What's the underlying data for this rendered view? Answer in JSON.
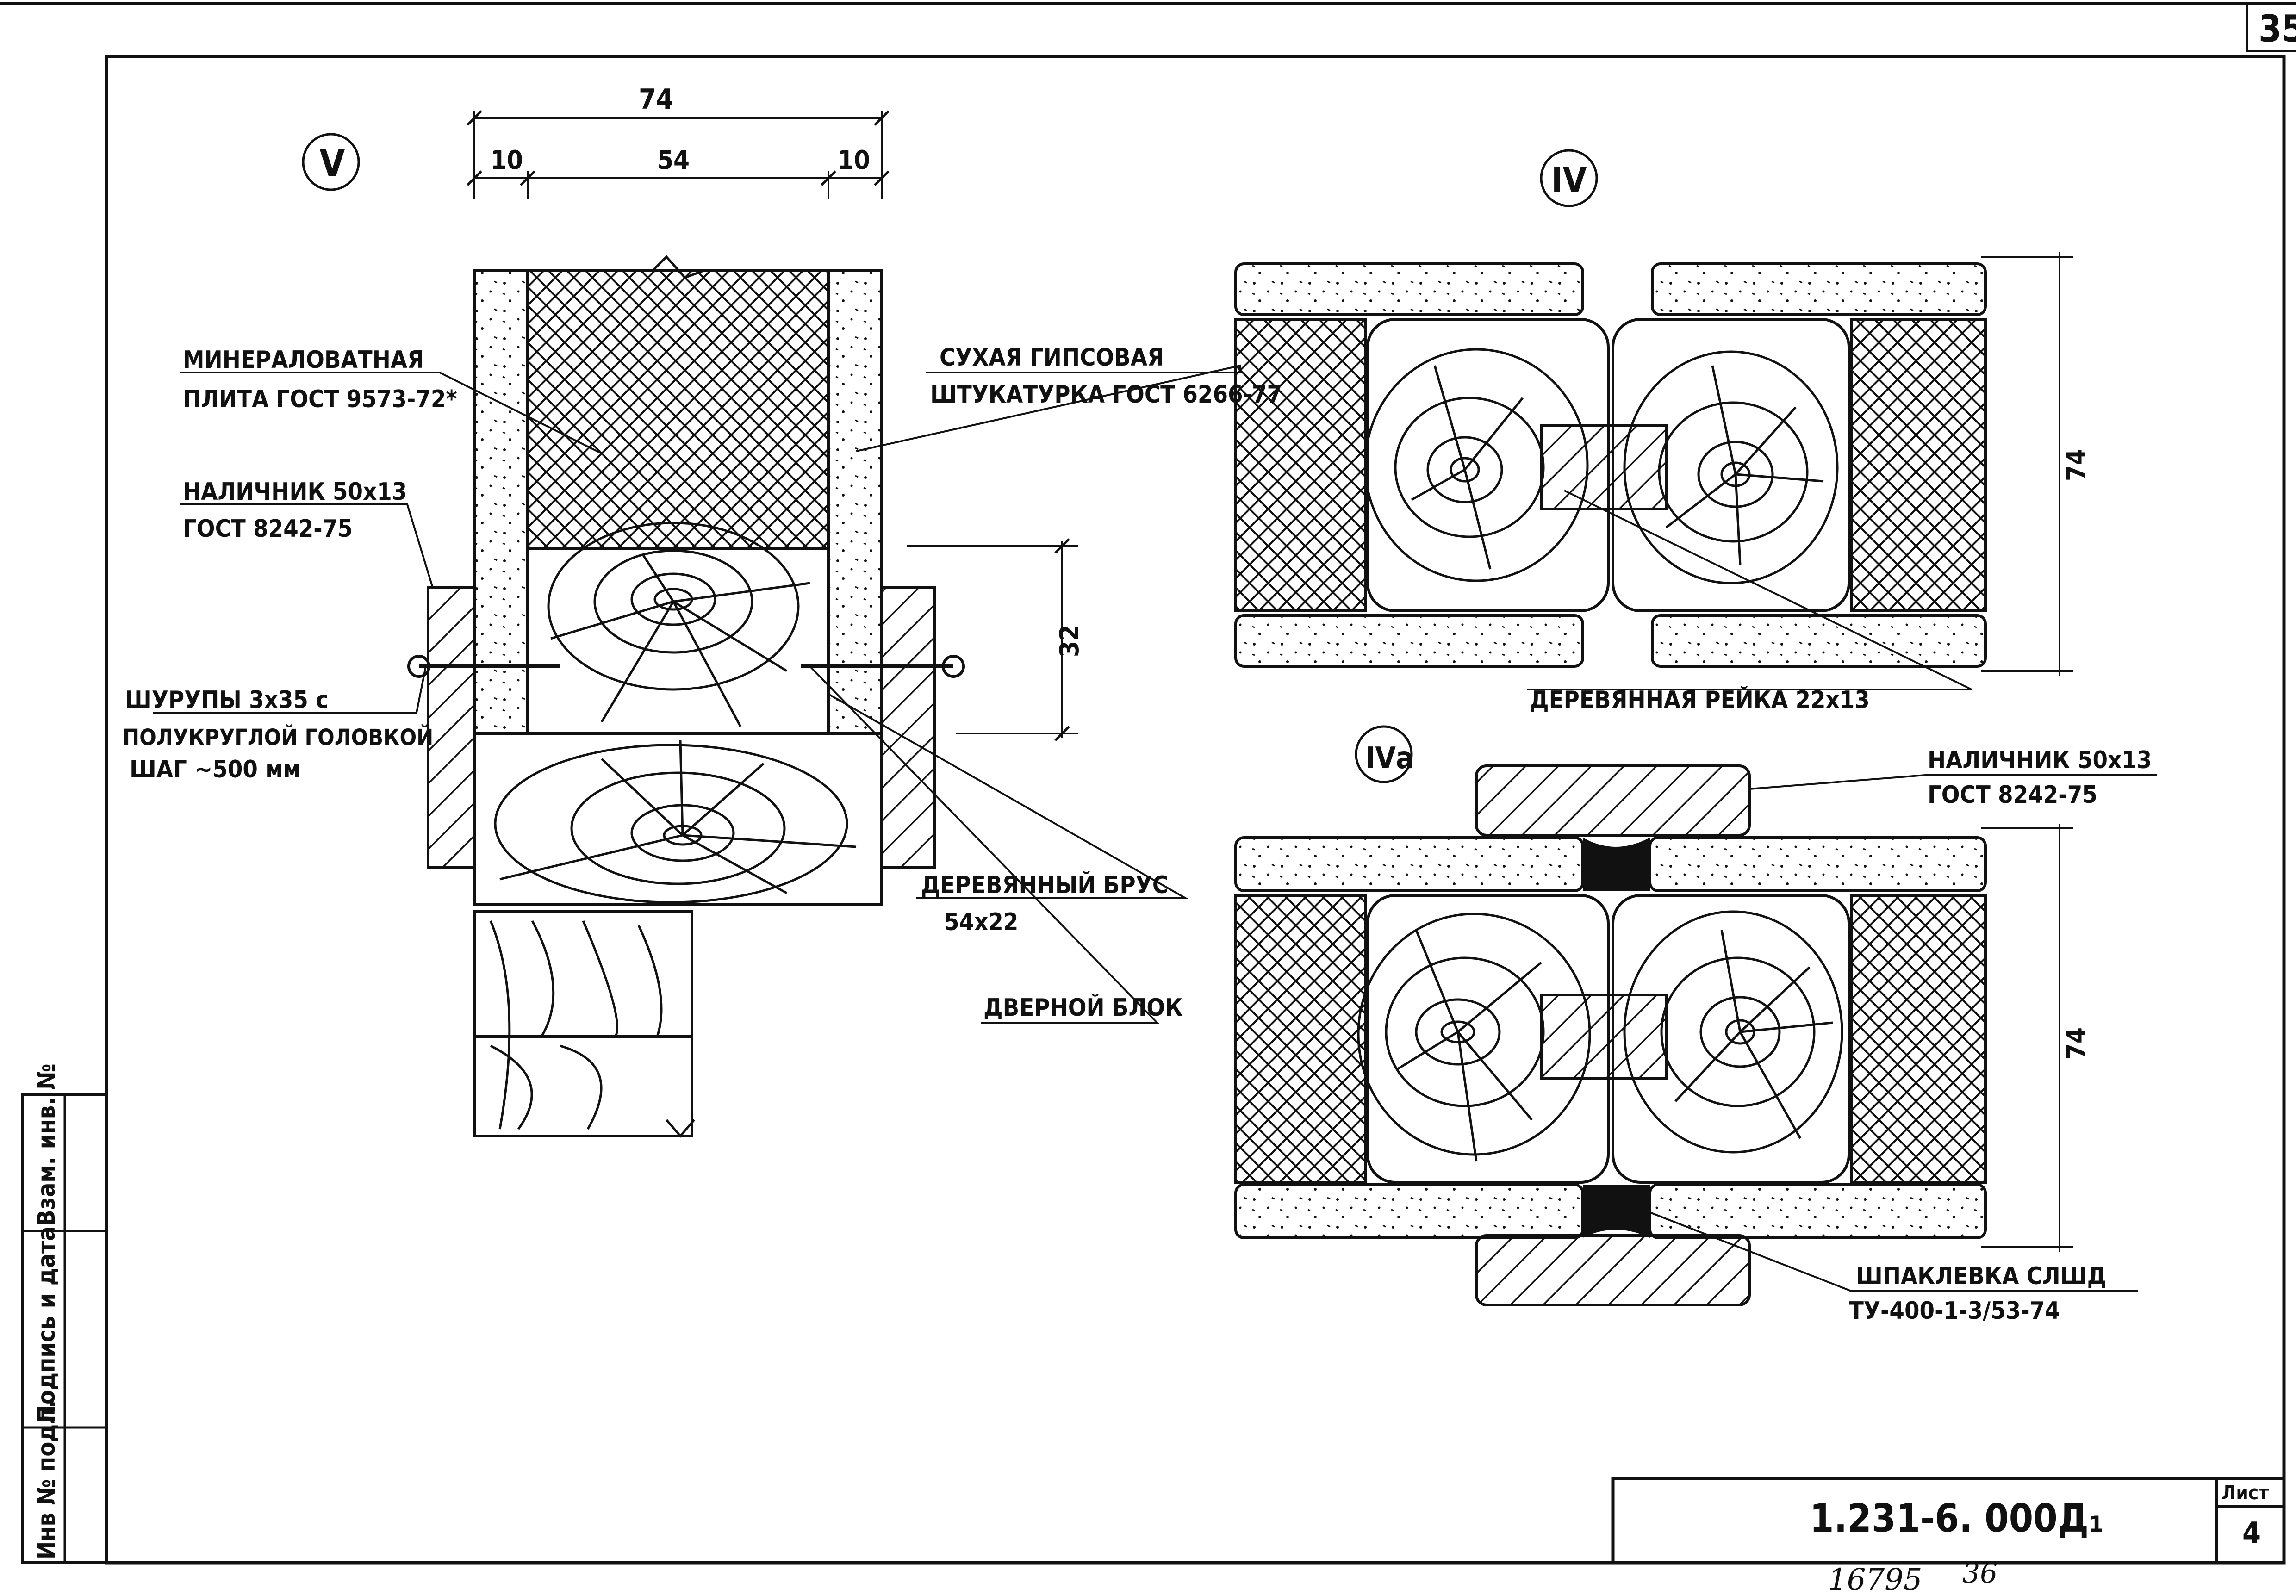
{
  "sheet": {
    "corner_page": "35",
    "designation": "1.231-6. 000Д₁",
    "sheet_header": "Лист",
    "sheet_number": "4",
    "handwritten_number_1": "16795",
    "handwritten_number_2": "36"
  },
  "side_stamp": {
    "cells": [
      "Инв № подл.",
      "Подпись и дата",
      "Взам. инв. №"
    ]
  },
  "view_V": {
    "marker": "V",
    "dims": {
      "total": "74",
      "left": "10",
      "middle": "54",
      "right": "10",
      "height": "32"
    },
    "labels": {
      "mineral_1": "МИНЕРАЛОВАТНАЯ",
      "mineral_2": "ПЛИТА ГОСТ 9573-72*",
      "gypsum_1": "СУХАЯ ГИПСОВАЯ",
      "gypsum_2": "ШТУКАТУРКА ГОСТ 6266-77",
      "trim_1": "НАЛИЧНИК 50х13",
      "trim_2": "ГОСТ 8242-75",
      "screws_1": "ШУРУПЫ 3х35 с",
      "screws_2": "ПОЛУКРУГЛОЙ ГОЛОВКОЙ",
      "screws_3": "ШАГ ~500 мм",
      "beam_1": "ДЕРЕВЯННЫЙ БРУС",
      "beam_2": "54х22",
      "door": "ДВЕРНОЙ БЛОК"
    }
  },
  "view_IV": {
    "marker": "IV",
    "dim": "74",
    "labels": {
      "rail": "ДЕРЕВЯННАЯ РЕЙКА 22х13"
    }
  },
  "view_IVa": {
    "marker": "IVа",
    "dim": "74",
    "labels": {
      "trim_1": "НАЛИЧНИК 50х13",
      "trim_2": "ГОСТ 8242-75",
      "putty_1": "ШПАКЛЕВКА СЛШД",
      "putty_2": "ТУ-400-1-3/53-74"
    }
  }
}
